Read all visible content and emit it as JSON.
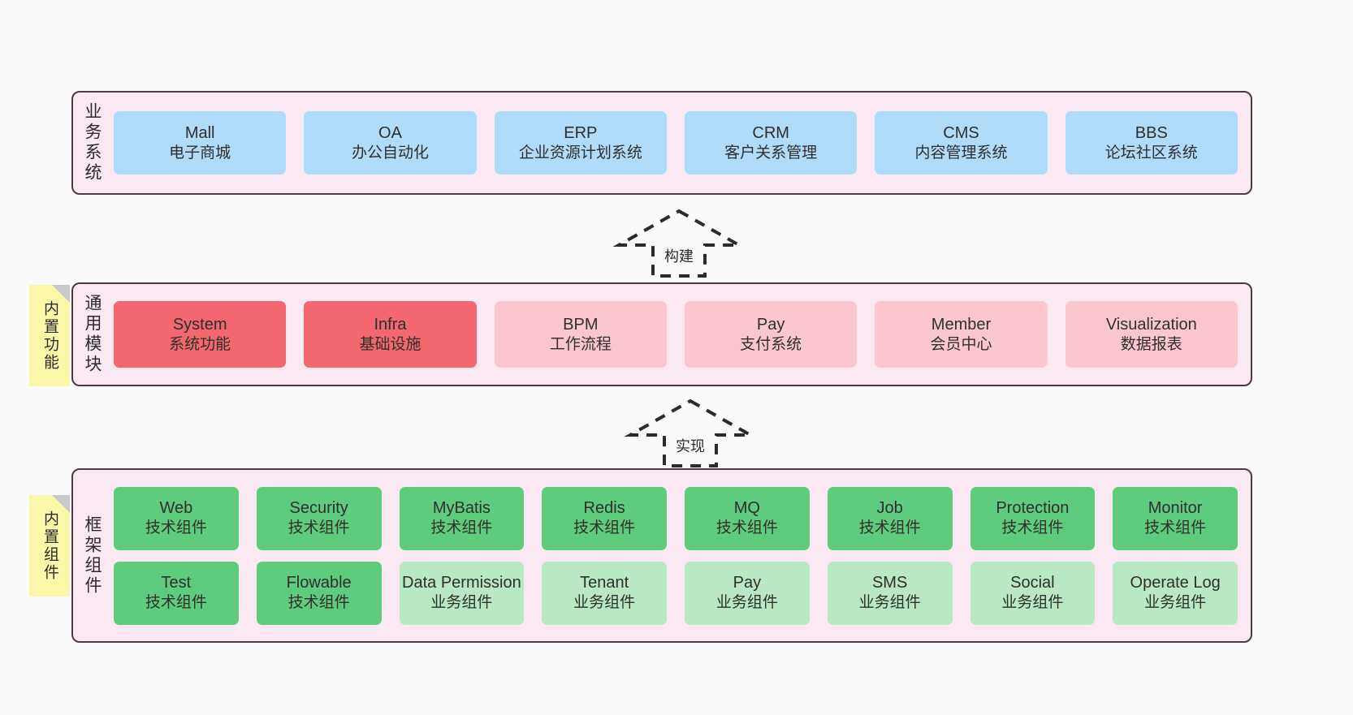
{
  "diagram": {
    "background": "#fafafa",
    "panel_fill": "#fae9f3",
    "panel_border": "#4a3a45",
    "note_fill": "#fbf7a8",
    "colors": {
      "business": "#aedcfa",
      "module_core": "#f2686e",
      "module_light": "#fcc6ce",
      "tech_component": "#5fcb7d",
      "business_component": "#b9e8c4"
    }
  },
  "layers": [
    {
      "id": "business",
      "title": "业务系统",
      "rows": [
        {
          "cells": [
            {
              "t1": "Mall",
              "t2": "电子商城",
              "color": "#aedcfa"
            },
            {
              "t1": "OA",
              "t2": "办公自动化",
              "color": "#aedcfa"
            },
            {
              "t1": "ERP",
              "t2": "企业资源计划系统",
              "color": "#aedcfa"
            },
            {
              "t1": "CRM",
              "t2": "客户关系管理",
              "color": "#aedcfa"
            },
            {
              "t1": "CMS",
              "t2": "内容管理系统",
              "color": "#aedcfa"
            },
            {
              "t1": "BBS",
              "t2": "论坛社区系统",
              "color": "#aedcfa"
            }
          ]
        }
      ]
    },
    {
      "id": "modules",
      "title": "通用模块",
      "note": "内置功能",
      "rows": [
        {
          "cells": [
            {
              "t1": "System",
              "t2": "系统功能",
              "color": "#f2686e"
            },
            {
              "t1": "Infra",
              "t2": "基础设施",
              "color": "#f2686e"
            },
            {
              "t1": "BPM",
              "t2": "工作流程",
              "color": "#fcc6ce"
            },
            {
              "t1": "Pay",
              "t2": "支付系统",
              "color": "#fcc6ce"
            },
            {
              "t1": "Member",
              "t2": "会员中心",
              "color": "#fcc6ce"
            },
            {
              "t1": "Visualization",
              "t2": "数据报表",
              "color": "#fcc6ce"
            }
          ]
        }
      ]
    },
    {
      "id": "framework",
      "title": "框架组件",
      "note": "内置组件",
      "rows": [
        {
          "cells": [
            {
              "t1": "Web",
              "t2": "技术组件",
              "color": "#5fcb7d"
            },
            {
              "t1": "Security",
              "t2": "技术组件",
              "color": "#5fcb7d"
            },
            {
              "t1": "MyBatis",
              "t2": "技术组件",
              "color": "#5fcb7d"
            },
            {
              "t1": "Redis",
              "t2": "技术组件",
              "color": "#5fcb7d"
            },
            {
              "t1": "MQ",
              "t2": "技术组件",
              "color": "#5fcb7d"
            },
            {
              "t1": "Job",
              "t2": "技术组件",
              "color": "#5fcb7d"
            },
            {
              "t1": "Protection",
              "t2": "技术组件",
              "color": "#5fcb7d"
            },
            {
              "t1": "Monitor",
              "t2": "技术组件",
              "color": "#5fcb7d"
            }
          ]
        },
        {
          "cells": [
            {
              "t1": "Test",
              "t2": "技术组件",
              "color": "#5fcb7d"
            },
            {
              "t1": "Flowable",
              "t2": "技术组件",
              "color": "#5fcb7d"
            },
            {
              "t1": "Data Permission",
              "t2": "业务组件",
              "color": "#b9e8c4"
            },
            {
              "t1": "Tenant",
              "t2": "业务组件",
              "color": "#b9e8c4"
            },
            {
              "t1": "Pay",
              "t2": "业务组件",
              "color": "#b9e8c4"
            },
            {
              "t1": "SMS",
              "t2": "业务组件",
              "color": "#b9e8c4"
            },
            {
              "t1": "Social",
              "t2": "业务组件",
              "color": "#b9e8c4"
            },
            {
              "t1": "Operate Log",
              "t2": "业务组件",
              "color": "#b9e8c4"
            }
          ]
        }
      ]
    }
  ],
  "connectors": [
    {
      "id": "build",
      "label": "构建",
      "from": "modules",
      "to": "business"
    },
    {
      "id": "impl",
      "label": "实现",
      "from": "framework",
      "to": "modules"
    }
  ]
}
